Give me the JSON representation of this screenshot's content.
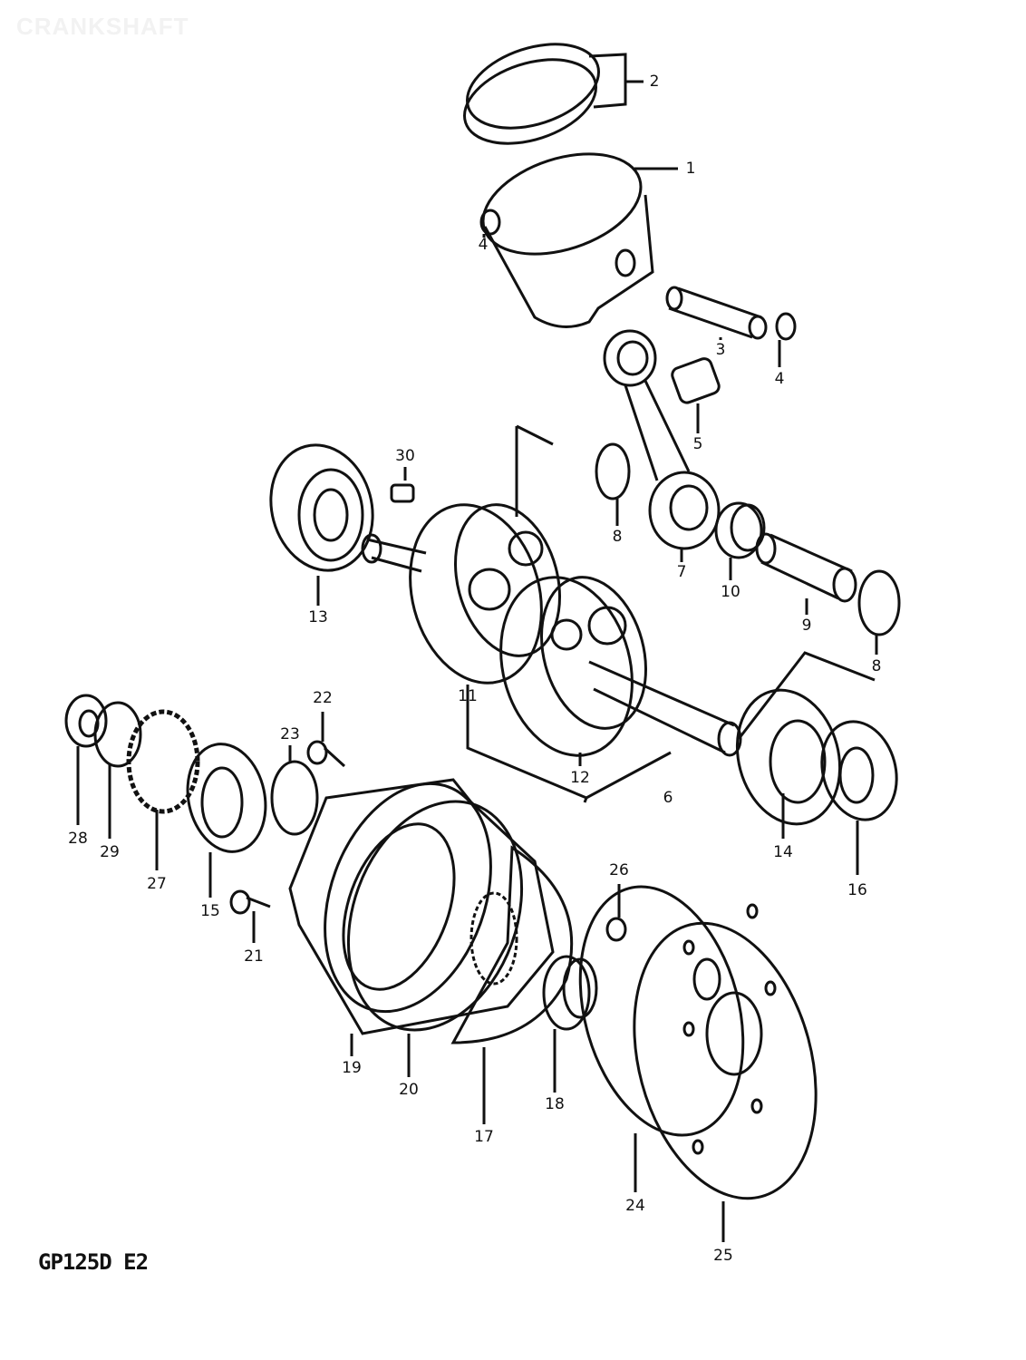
{
  "watermark": "CRANKSHAFT",
  "model_code": "GP125D E2",
  "callouts": [
    "2",
    "1",
    "4",
    "3",
    "4",
    "5",
    "30",
    "8",
    "7",
    "10",
    "9",
    "13",
    "8",
    "22",
    "11",
    "23",
    "12",
    "6",
    "28",
    "29",
    "27",
    "26",
    "14",
    "16",
    "15",
    "21",
    "19",
    "20",
    "18",
    "17",
    "24",
    "25"
  ]
}
